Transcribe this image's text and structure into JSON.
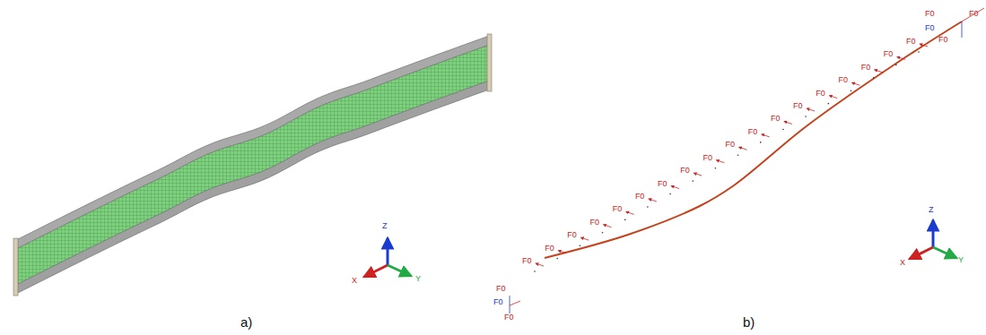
{
  "diagram": {
    "labels": [
      "a)",
      "b)",
      "Z",
      "X",
      "Y",
      "Z",
      "X",
      "Y",
      "F0",
      "F0",
      "F0",
      "F0",
      "F0",
      "F0",
      "F0",
      "F0",
      "F0",
      "F0",
      "F0",
      "F0",
      "F0",
      "F0",
      "F0",
      "F0",
      "F0",
      "F0",
      "F0",
      "F0",
      "F0",
      "F0",
      "F0",
      "F0",
      "F0"
    ]
  }
}
